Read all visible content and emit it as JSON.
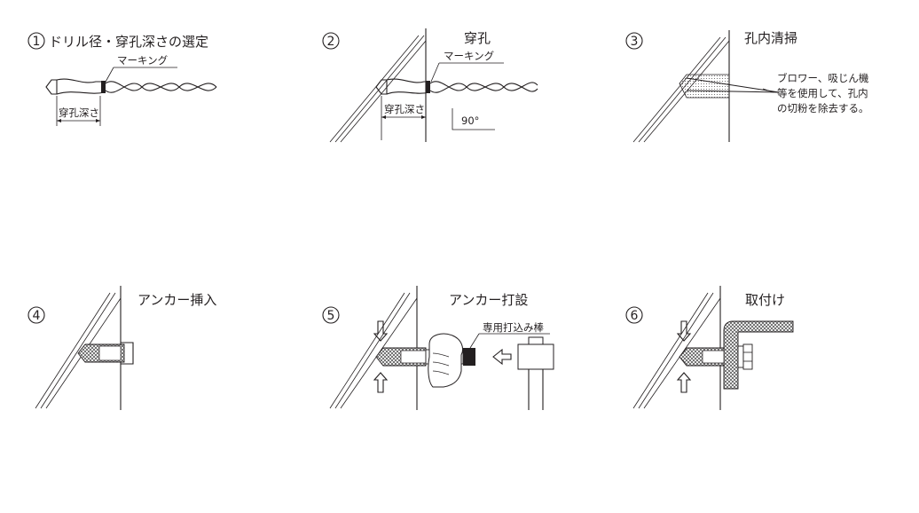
{
  "steps": [
    {
      "number": "1",
      "title": "ドリル径・穿孔深さの選定",
      "marking": "マーキング",
      "depth": "穿孔深さ"
    },
    {
      "number": "2",
      "title": "穿孔",
      "marking": "マーキング",
      "depth": "穿孔深さ",
      "angle": "90°"
    },
    {
      "number": "3",
      "title": "孔内清掃",
      "note": [
        "ブロワー、吸じん機",
        "等を使用して、孔内",
        "の切粉を除去する。"
      ]
    },
    {
      "number": "4",
      "title": "アンカー挿入"
    },
    {
      "number": "5",
      "title": "アンカー打設",
      "tool": "専用打込み棒"
    },
    {
      "number": "6",
      "title": "取付け"
    }
  ],
  "colors": {
    "line": "#231f20",
    "background": "#ffffff",
    "hatch_fill": "#555555",
    "marking_band": "#231f20"
  }
}
